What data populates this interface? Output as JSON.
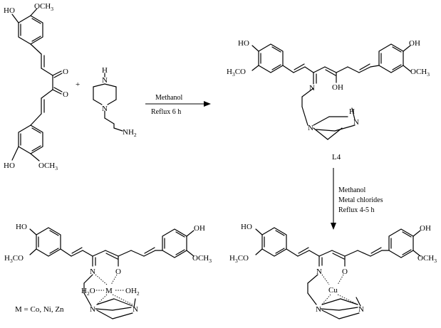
{
  "reactant_curcumin": {
    "top_hydroxyl": "HO",
    "top_methoxy": "OCH",
    "top_methoxy_sub": "3",
    "ketone_upper": "O",
    "ketone_lower": "O",
    "bottom_hydroxyl": "HO",
    "bottom_methoxy": "OCH",
    "bottom_methoxy_sub": "3"
  },
  "plus_sign": "+",
  "reactant_amine": {
    "ring_nh": "H",
    "ring_n_top": "N",
    "ring_n_bottom": "N",
    "terminal_amine": "NH",
    "terminal_amine_sub": "2"
  },
  "arrow_1": {
    "reagent": "Methanol",
    "condition": "Reflux 6 h"
  },
  "product_l4": {
    "left_hydroxyl": "HO",
    "left_methoxy_prefix": "H",
    "left_methoxy_sub": "3",
    "left_methoxy_suffix": "CO",
    "imine_n": "N",
    "enol_oh": "OH",
    "right_hydroxyl": "OH",
    "right_methoxy": "OCH",
    "right_methoxy_sub": "3",
    "ring_n": "N",
    "ring_nh": "N",
    "ring_h": "H",
    "label": "L4"
  },
  "arrow_2": {
    "reagent": "Methanol",
    "metal_source": "Metal chlorides",
    "condition": "Reflux 4-5 h"
  },
  "complex_m": {
    "left_hydroxyl": "HO",
    "left_methoxy_prefix": "H",
    "left_methoxy_sub": "3",
    "left_methoxy_suffix": "CO",
    "right_hydroxyl": "OH",
    "right_methoxy": "OCH",
    "right_methoxy_sub": "3",
    "imine_n": "N",
    "enolate_o": "O",
    "metal": "M",
    "water_left_prefix": "H",
    "water_left_sub": "2",
    "water_left_suffix": "O",
    "water_right_prefix": "OH",
    "water_right_sub": "2",
    "ring_n_left": "N",
    "ring_n_right": "N",
    "metal_definition": "M = Co, Ni, Zn"
  },
  "complex_cu": {
    "left_hydroxyl": "HO",
    "left_methoxy_prefix": "H",
    "left_methoxy_sub": "3",
    "left_methoxy_suffix": "CO",
    "right_hydroxyl": "OH",
    "right_methoxy": "OCH",
    "right_methoxy_sub": "3",
    "imine_n": "N",
    "enolate_o": "O",
    "metal": "Cu",
    "ring_n_left": "N",
    "ring_n_right": "N"
  }
}
